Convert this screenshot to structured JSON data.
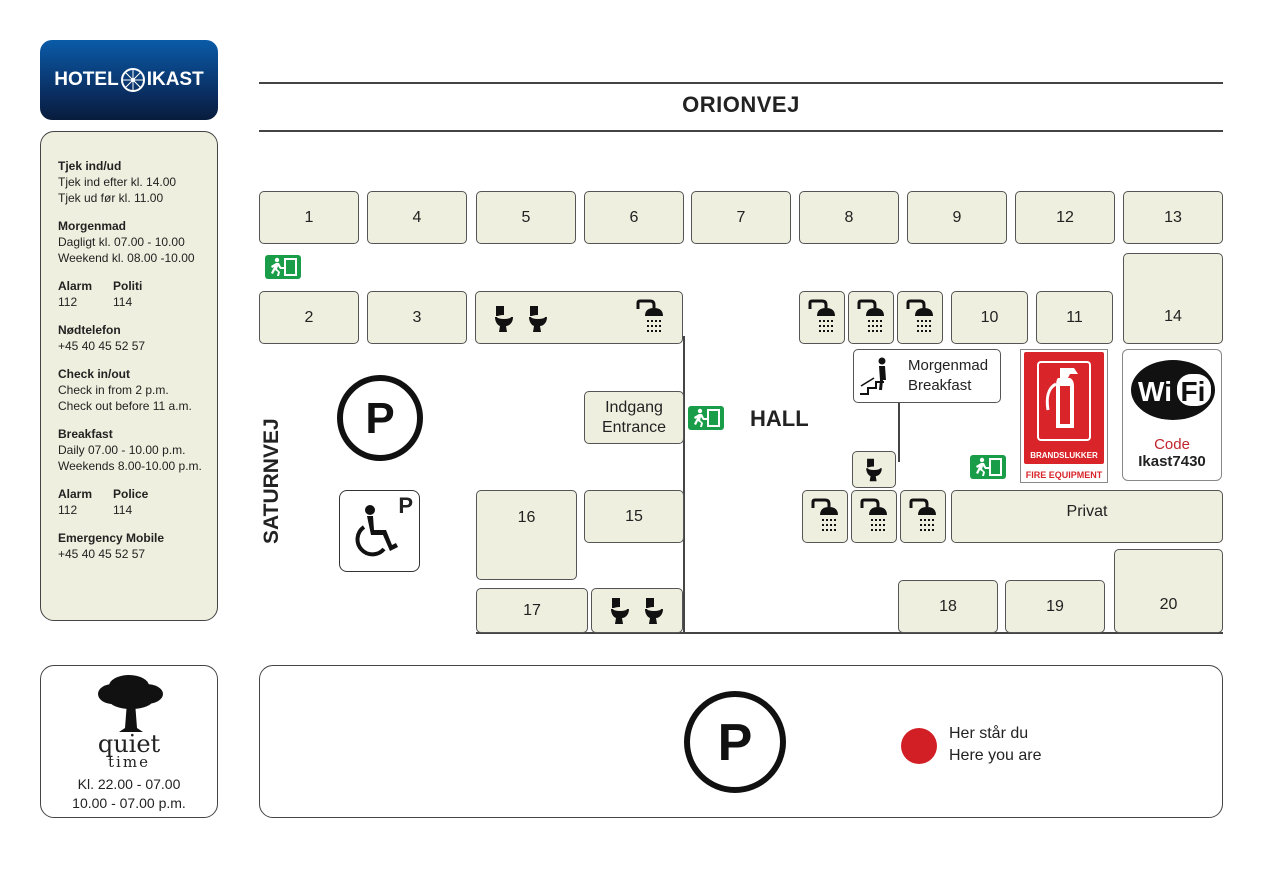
{
  "logo": {
    "text_left": "HOTEL",
    "text_right": "IKAST",
    "colors": {
      "top": "#003c7a",
      "bottom": "#0a1f44"
    }
  },
  "streets": {
    "north": "ORIONVEJ",
    "west": "SATURNVEJ"
  },
  "rooms": {
    "r1": "1",
    "r4": "4",
    "r5": "5",
    "r6": "6",
    "r7": "7",
    "r8": "8",
    "r9": "9",
    "r12": "12",
    "r13": "13",
    "r2": "2",
    "r3": "3",
    "r10": "10",
    "r11": "11",
    "r14": "14",
    "r16": "16",
    "r15": "15",
    "r17": "17",
    "r18": "18",
    "r19": "19",
    "r20": "20",
    "privat": "Privat"
  },
  "labels": {
    "entrance_da": "Indgang",
    "entrance_en": "Entrance",
    "hall": "HALL",
    "breakfast_da": "Morgenmad",
    "breakfast_en": "Breakfast"
  },
  "fire": {
    "label_da": "BRANDSLUKKER",
    "label_en": "FIRE EQUIPMENT",
    "color": "#d9252a"
  },
  "wifi": {
    "word": "WiFi",
    "code_label": "Code",
    "code": "Ikast7430",
    "code_label_color": "#c0242b"
  },
  "info": {
    "checkin_da_title": "Tjek ind/ud",
    "checkin_da_1": "Tjek ind efter kl. 14.00",
    "checkin_da_2": "Tjek ud før kl. 11.00",
    "breakfast_da_title": "Morgenmad",
    "breakfast_da_1": "Dagligt kl. 07.00 - 10.00",
    "breakfast_da_2": "Weekend kl. 08.00 -10.00",
    "alarm_da_title": "Alarm",
    "alarm_da_num": "112",
    "police_da_title": "Politi",
    "police_da_num": "114",
    "emergency_da_title": "Nødtelefon",
    "emergency_da_num": "+45 40 45 52 57",
    "checkin_en_title": "Check in/out",
    "checkin_en_1": "Check in from 2 p.m.",
    "checkin_en_2": "Check out before 11 a.m.",
    "breakfast_en_title": "Breakfast",
    "breakfast_en_1": "Daily 07.00 - 10.00 p.m.",
    "breakfast_en_2": "Weekends 8.00-10.00 p.m.",
    "alarm_en_title": "Alarm",
    "alarm_en_num": "112",
    "police_en_title": "Police",
    "police_en_num": "114",
    "emergency_en_title": "Emergency Mobile",
    "emergency_en_num": "+45 40 45 52 57"
  },
  "quiet": {
    "word1": "quiet",
    "word2": "time",
    "hours_da": "Kl. 22.00 - 07.00",
    "hours_en": "10.00 - 07.00 p.m."
  },
  "parking": {
    "symbol": "P"
  },
  "legend": {
    "here_da": "Her står du",
    "here_en": "Here you are",
    "dot_color": "#d21f26"
  },
  "icons": [
    "exit-sign-icon",
    "toilet-icon",
    "shower-icon",
    "parking-icon",
    "wheelchair-icon",
    "stairs-person-icon",
    "fire-extinguisher-icon",
    "wifi-icon",
    "tree-icon",
    "location-dot-icon"
  ]
}
